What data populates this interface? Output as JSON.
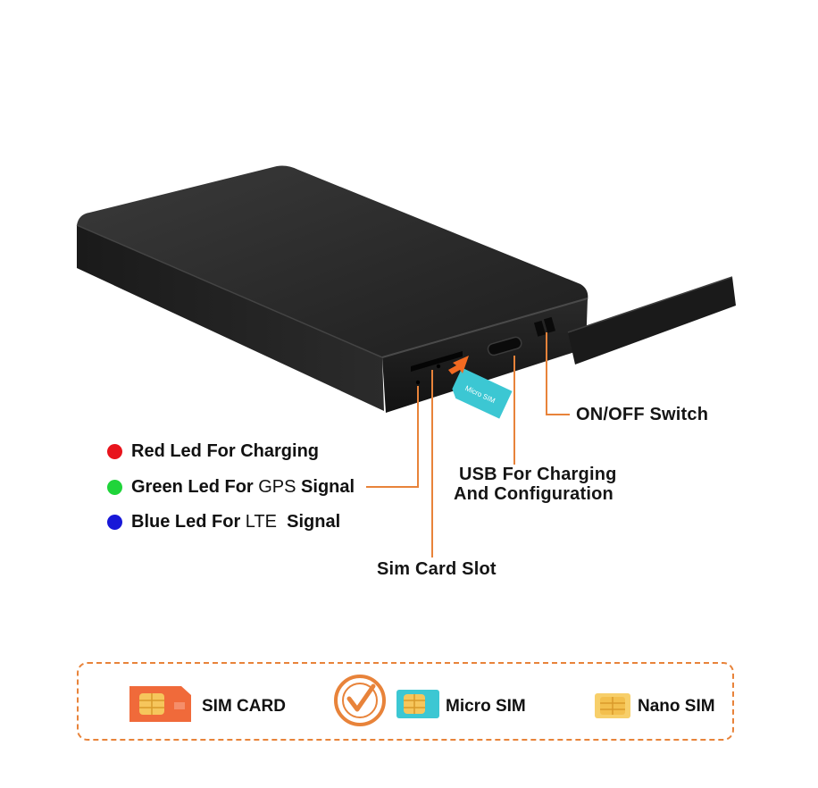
{
  "callouts": {
    "on_off": "ON/OFF Switch",
    "usb_line1": "USB For Charging",
    "usb_line2": "And Configuration",
    "sim_slot": "Sim Card Slot",
    "micro_sim_tag": "Micro SIM"
  },
  "leds": [
    {
      "color": "#e8141c",
      "text_before": "Red Led For Charging",
      "thin": "",
      "text_after": ""
    },
    {
      "color": "#1fd43a",
      "text_before": "Green Led For ",
      "thin": "GPS",
      "text_after": " Signal"
    },
    {
      "color": "#1818d8",
      "text_before": "Blue Led For ",
      "thin": "LTE",
      "text_after": "  Signal"
    }
  ],
  "sim_options": [
    {
      "label": "SIM CARD",
      "icon": "sim-card-icon",
      "selected": false
    },
    {
      "label": "Micro SIM",
      "icon": "micro-sim-icon",
      "selected": true
    },
    {
      "label": "Nano SIM",
      "icon": "nano-sim-icon",
      "selected": false
    }
  ],
  "colors": {
    "accent": "#e8833a",
    "device": "#1f1f1f",
    "sim_tag": "#3cc7d3",
    "arrow": "#f26a21"
  }
}
